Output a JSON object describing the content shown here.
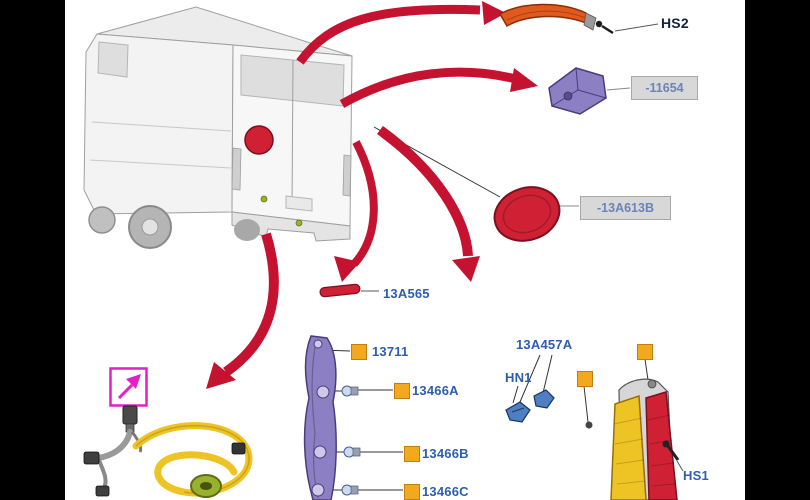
{
  "colors": {
    "canvas": "#ffffff",
    "letterbox": "#000000",
    "arrow": "#c51230",
    "part_number_text": "#2e5db0",
    "code_text": "#13233f",
    "label_box_bg": "#d8d8d8",
    "label_box_border": "#a8a8a8",
    "label_box_text": "#6a83b8",
    "fastener_marker": "#f2a91e",
    "fastener_marker_border": "#c07f10",
    "highlight_magenta": "#e121c4",
    "part_red": "#cf2133",
    "part_red_dark": "#7c0f20",
    "part_orange": "#e2591d",
    "part_purple": "#8d7fc3",
    "part_purple_dark": "#4a3d78",
    "part_yellow": "#edc424",
    "part_blue": "#4f7fc2",
    "part_green": "#9ab12d",
    "van_body": "#f3f3f3",
    "van_shade": "#dedede",
    "van_line": "#9f9f9f",
    "callout_line": "#333333"
  },
  "callouts": {
    "hs2": "HS2",
    "lamp_11654": "-11654",
    "disc_13a613b": "-13A613B",
    "reflector_13a565": "13A565",
    "bracket_13711": "13711",
    "bulb_13466a": "13466A",
    "lamp_13a457a": "13A457A",
    "nut_hn1": "HN1",
    "bulb_13466b": "13466B",
    "bulb_13466c": "13466C",
    "screw_hs1": "HS1"
  }
}
